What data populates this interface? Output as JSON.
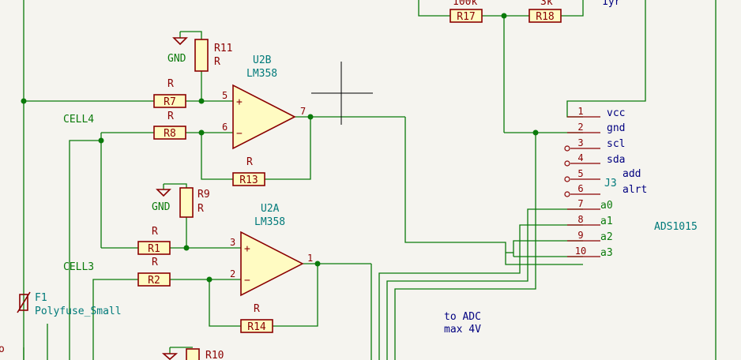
{
  "opamps": {
    "u2b": {
      "ref": "U2B",
      "value": "LM358",
      "pin_plus": "5",
      "pin_minus": "6",
      "pin_out": "7"
    },
    "u2a": {
      "ref": "U2A",
      "value": "LM358",
      "pin_plus": "3",
      "pin_minus": "2",
      "pin_out": "1"
    }
  },
  "resistors": {
    "r7": {
      "ref": "R7",
      "value": "R"
    },
    "r8": {
      "ref": "R8",
      "value": "R"
    },
    "r11": {
      "ref": "R11",
      "value": "R"
    },
    "r13": {
      "ref": "R13",
      "value": "R"
    },
    "r9": {
      "ref": "R9",
      "value": "R"
    },
    "r1": {
      "ref": "R1",
      "value": "R"
    },
    "r2": {
      "ref": "R2",
      "value": "R"
    },
    "r14": {
      "ref": "R14",
      "value": "R"
    },
    "r10": {
      "ref": "R10"
    },
    "r17": {
      "ref": "R17",
      "value": "100k"
    },
    "r18": {
      "ref": "R18",
      "value": "3k"
    }
  },
  "power": {
    "gnd_u2b": "GND",
    "gnd_u2a": "GND"
  },
  "nets": {
    "cell4": "CELL4",
    "cell3": "CELL3",
    "a0": "a0",
    "a1": "a1",
    "a2": "a2",
    "a3": "a3"
  },
  "fuse": {
    "ref": "F1",
    "value": "Polyfuse_Small"
  },
  "connector": {
    "ref": "J3",
    "value": "ADS1015",
    "pins": [
      {
        "num": "1",
        "name": "vcc"
      },
      {
        "num": "2",
        "name": "gnd"
      },
      {
        "num": "3",
        "name": "scl"
      },
      {
        "num": "4",
        "name": "sda"
      },
      {
        "num": "5",
        "name": "add"
      },
      {
        "num": "6",
        "name": "alrt"
      },
      {
        "num": "7"
      },
      {
        "num": "8"
      },
      {
        "num": "9"
      },
      {
        "num": "10"
      }
    ]
  },
  "notes": {
    "to_adc": "to ADC",
    "max": "max 4V"
  },
  "fragments": {
    "top_right": "1yr",
    "edge_left": "o"
  }
}
